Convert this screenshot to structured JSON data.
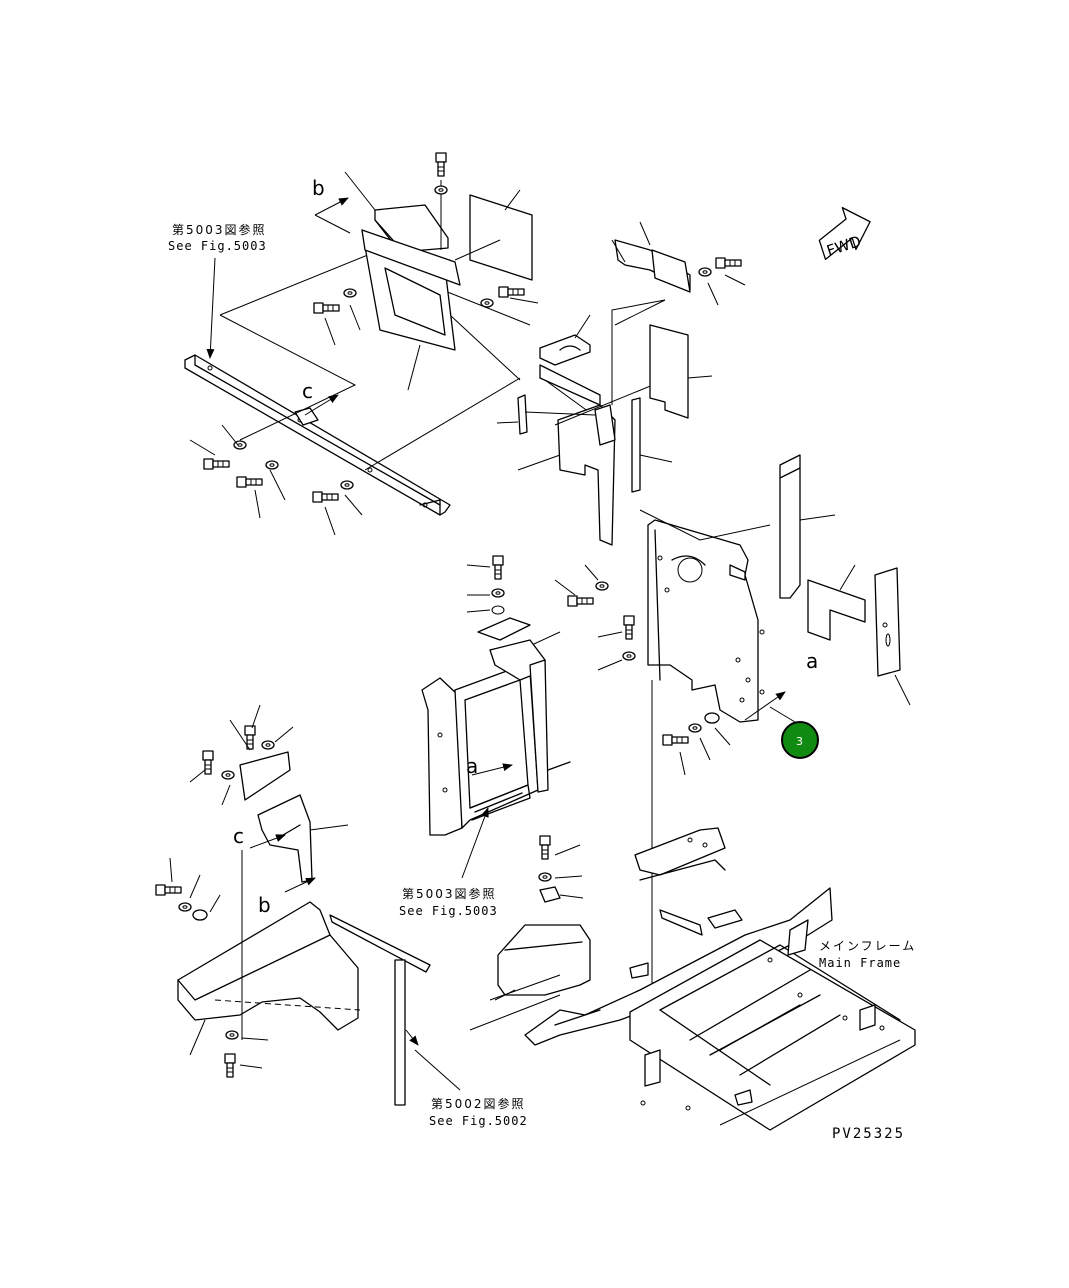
{
  "fwd_label": "FWD",
  "marker_label": "3",
  "view_labels": {
    "a": "a",
    "b": "b",
    "c": "c"
  },
  "references": {
    "fig5003_top_jp": "第5003図参照",
    "fig5003_top_en": "See Fig.5003",
    "fig5003_mid_jp": "第5003図参照",
    "fig5003_mid_en": "See Fig.5003",
    "fig5002_jp": "第5002図参照",
    "fig5002_en": "See Fig.5002"
  },
  "main_frame": {
    "jp": "メインフレーム",
    "en": "Main Frame"
  },
  "drawing_code": "PV25325",
  "colors": {
    "marker": "#118a11",
    "line": "#000000",
    "background": "#ffffff"
  },
  "icons": [
    "bolt-icon",
    "washer-icon",
    "fwd-arrow-icon",
    "leader-arrow-icon"
  ]
}
